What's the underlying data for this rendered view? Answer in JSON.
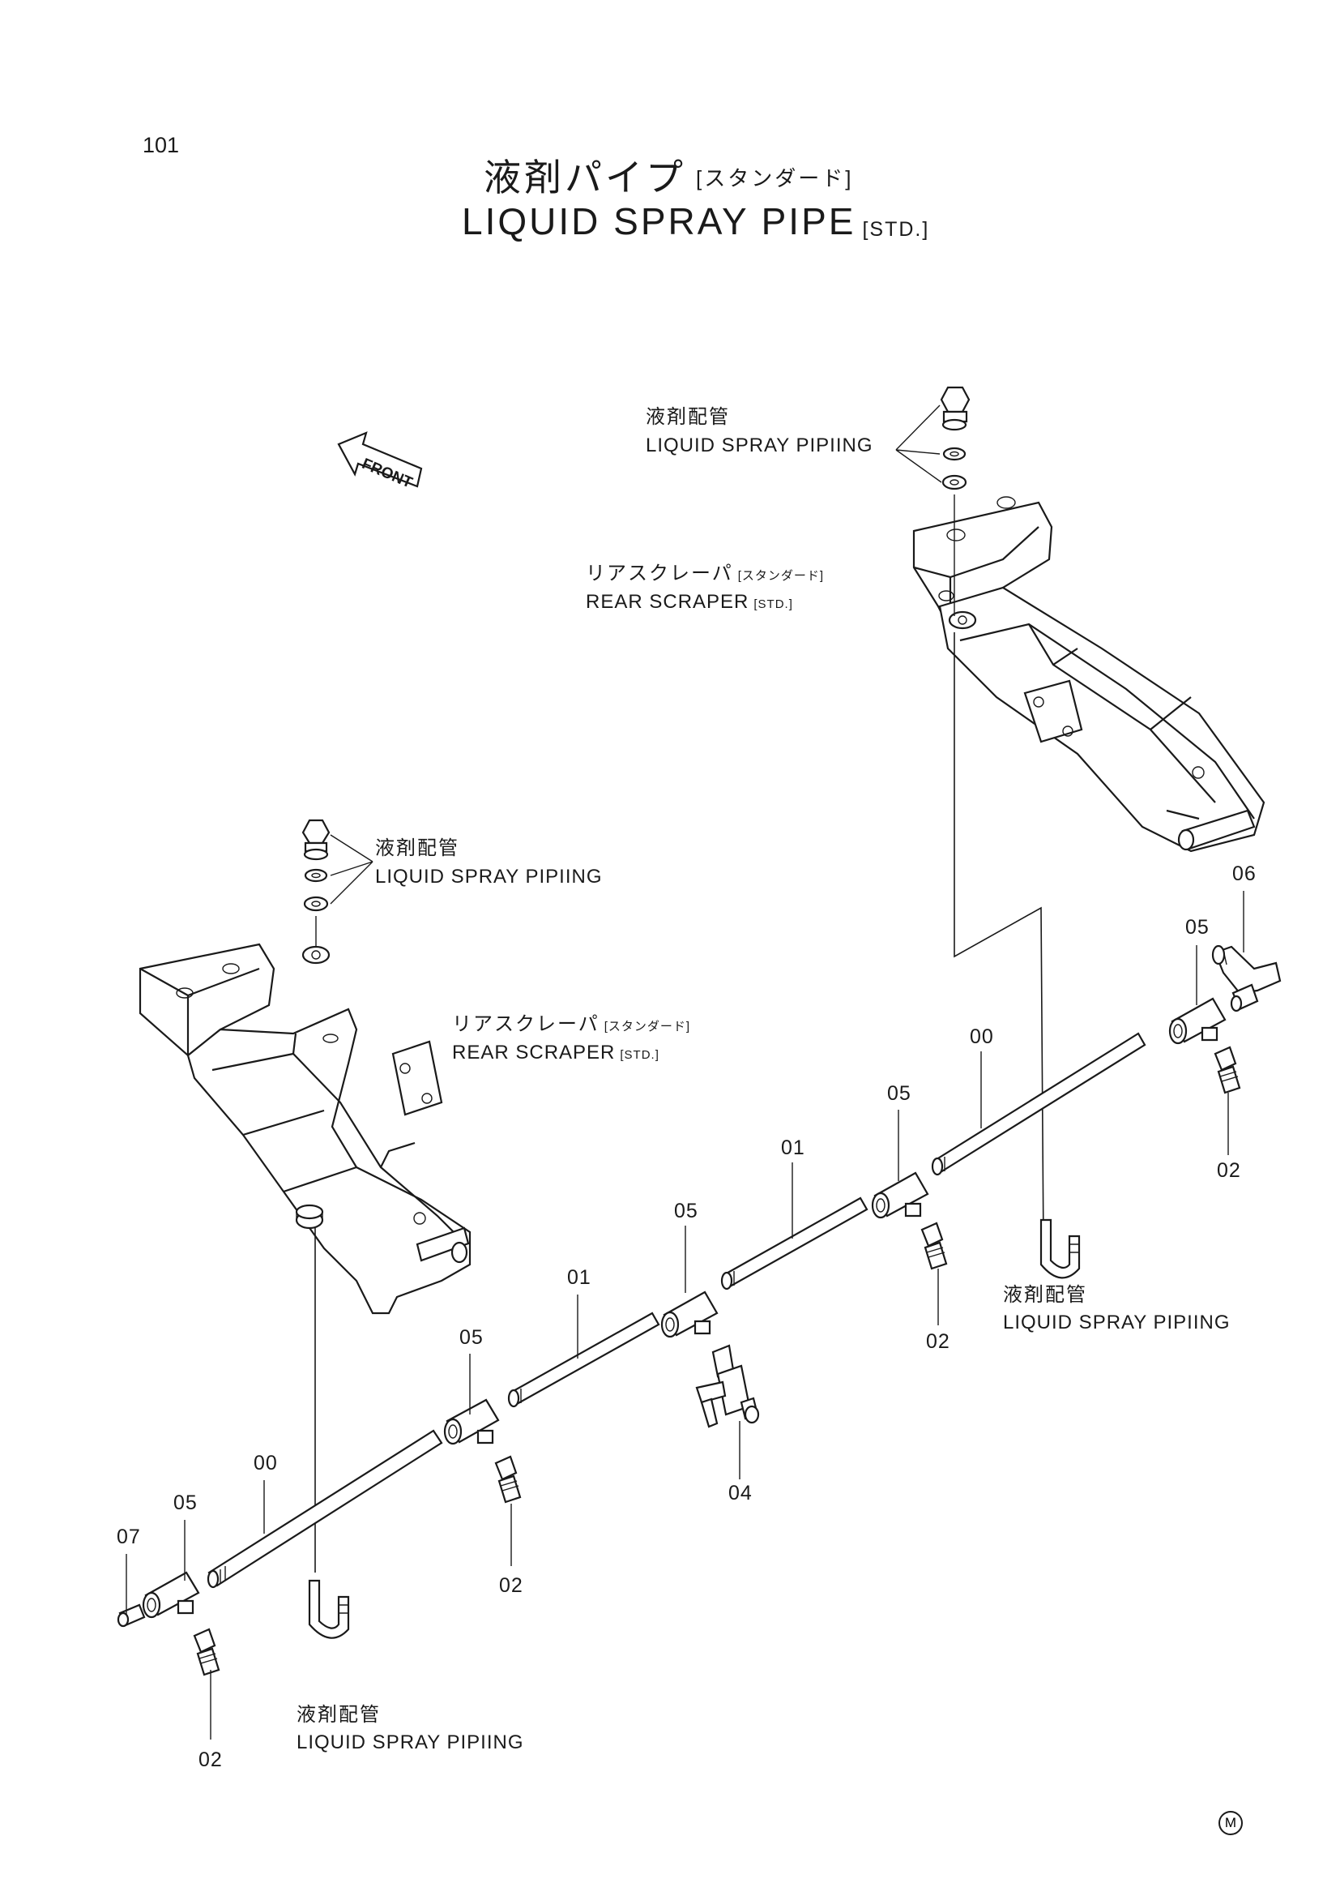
{
  "page_number": "101",
  "title": {
    "jp": "液剤パイプ",
    "jp_sub": "[スタンダード]",
    "en": "LIQUID SPRAY PIPE",
    "en_sub": "[STD.]"
  },
  "front_label": "FRONT",
  "labels": {
    "piping_jp": "液剤配管",
    "piping_en": "LIQUID SPRAY PIPIING",
    "scraper_jp": "リアスクレーパ",
    "scraper_jp_sub": "[スタンダード]",
    "scraper_en": "REAR SCRAPER",
    "scraper_en_sub": "[STD.]"
  },
  "callouts": [
    "00",
    "01",
    "02",
    "04",
    "05",
    "06",
    "07"
  ],
  "mark": "M",
  "colors": {
    "ink": "#1a1a1a",
    "paper": "#ffffff"
  }
}
